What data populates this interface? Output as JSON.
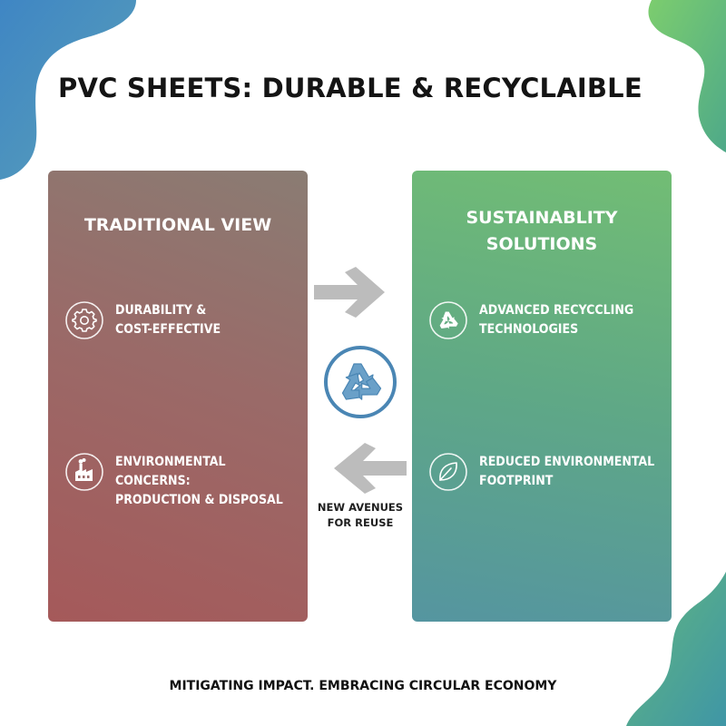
{
  "title": "PVC SHEETS: DURABLE & RECYCLAIBLE",
  "left_panel": {
    "heading": "TRADITIONAL VIEW",
    "items": [
      {
        "icon": "gear-icon",
        "text": "DURABILITY &\nCOST-EFFECTIVE"
      },
      {
        "icon": "factory-icon",
        "text": "ENVIRONMENTAL CONCERNS:\nPRODUCTION & DISPOSAL"
      }
    ]
  },
  "right_panel": {
    "heading": "SUSTAINABLITY\nSOLUTIONS",
    "items": [
      {
        "icon": "recycle-icon",
        "text": "ADVANCED RECYCCLING\nTECHNOLOGIES"
      },
      {
        "icon": "leaf-icon",
        "text": "REDUCED ENVIRONMENTAL\nFOOTPRINT"
      }
    ]
  },
  "center": {
    "icon": "recycle-icon",
    "arrows": [
      "arrow-right-icon",
      "arrow-left-icon"
    ],
    "reuse_label": "NEW AVENUES\nFOR REUSE"
  },
  "footer": "MITIGATING IMPACT. EMBRACING CIRCULAR ECONOMY",
  "colors": {
    "left_panel": "#9a6a68",
    "right_panel": "#5fa886",
    "recycle_blue": "#4a86b4",
    "arrow_gray": "#b9b9b9",
    "corner_blue": "#4a8fc0",
    "corner_green": "#5cb878"
  }
}
